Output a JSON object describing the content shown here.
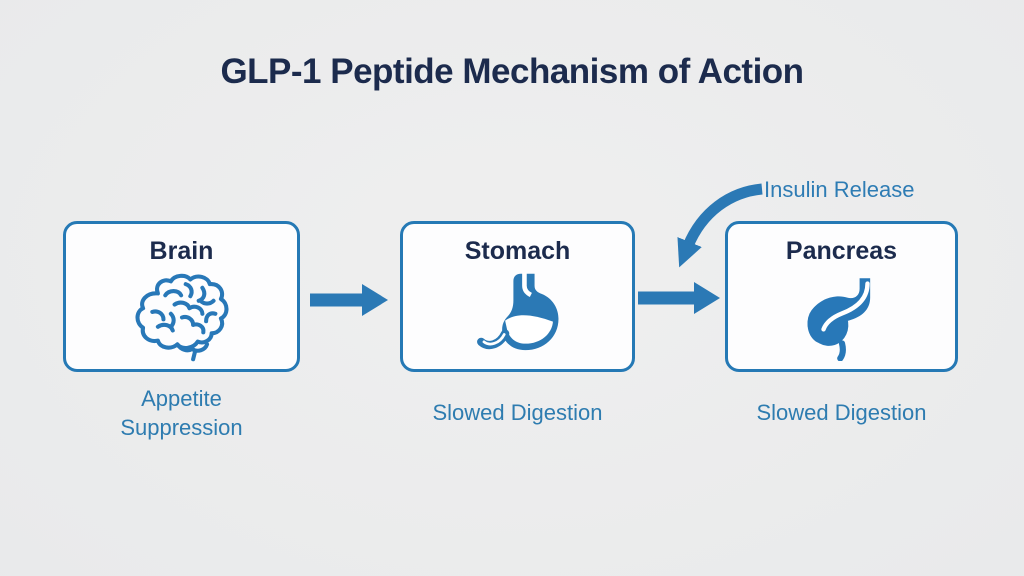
{
  "title": "GLP-1 Peptide Mechanism of Action",
  "colors": {
    "background": "#e8e9ea",
    "accent_blue": "#2b79b5",
    "navy": "#1c2b4d",
    "label_blue": "#2e7cb0",
    "box_fill": "#fdfdfe",
    "icon_blue": "#2878b8"
  },
  "nodes": [
    {
      "title": "Brain",
      "icon": "brain-icon",
      "caption": "Appetite Suppression"
    },
    {
      "title": "Stomach",
      "icon": "stomach-icon",
      "caption": "Slowed Digestion"
    },
    {
      "title": "Pancreas",
      "icon": "pancreas-icon",
      "caption": "Slowed Digestion"
    }
  ],
  "annotations": {
    "insulin_release": "Insulin Release"
  },
  "arrows": [
    {
      "from": "Brain",
      "to": "Stomach",
      "style": "straight"
    },
    {
      "from": "Stomach",
      "to": "Pancreas",
      "style": "straight"
    },
    {
      "from": "Insulin Release",
      "to": "Pancreas",
      "style": "curved"
    }
  ]
}
